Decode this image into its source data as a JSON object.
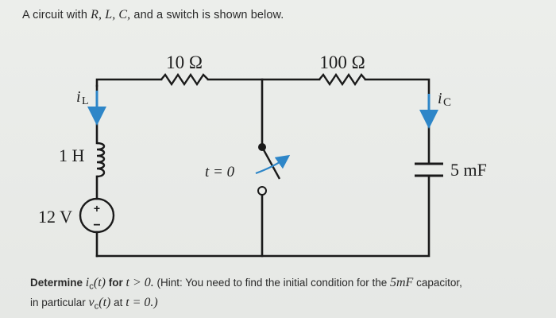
{
  "intro": {
    "prefix": "A circuit with",
    "vars": "R, L, C,",
    "suffix": "and a switch is shown below."
  },
  "circuit": {
    "resistor_left_label": "10 Ω",
    "resistor_right_label": "100 Ω",
    "current_left_symbol": "i",
    "current_left_sub": "L",
    "current_right_symbol": "i",
    "current_right_sub": "C",
    "inductor_label": "1 H",
    "source_label": "12 V",
    "source_plus": "+",
    "source_minus": "−",
    "switch_label": "t = 0",
    "capacitor_label": "5 mF",
    "colors": {
      "arrow": "#2e86c8",
      "wire": "#1a1a1a"
    }
  },
  "question": {
    "bold_part": "Determine",
    "func": "i",
    "func_sub": "c",
    "arg": "(t)",
    "text1": "for",
    "cond": "t > 0.",
    "text2": "(Hint: You need to find the initial condition for the",
    "cap_value": "5mF",
    "text3": "capacitor,",
    "text4": "in particular",
    "vfunc": "v",
    "vfunc_sub": "c",
    "varg": "(t)",
    "text5": "at",
    "cond2": "t = 0.)"
  }
}
